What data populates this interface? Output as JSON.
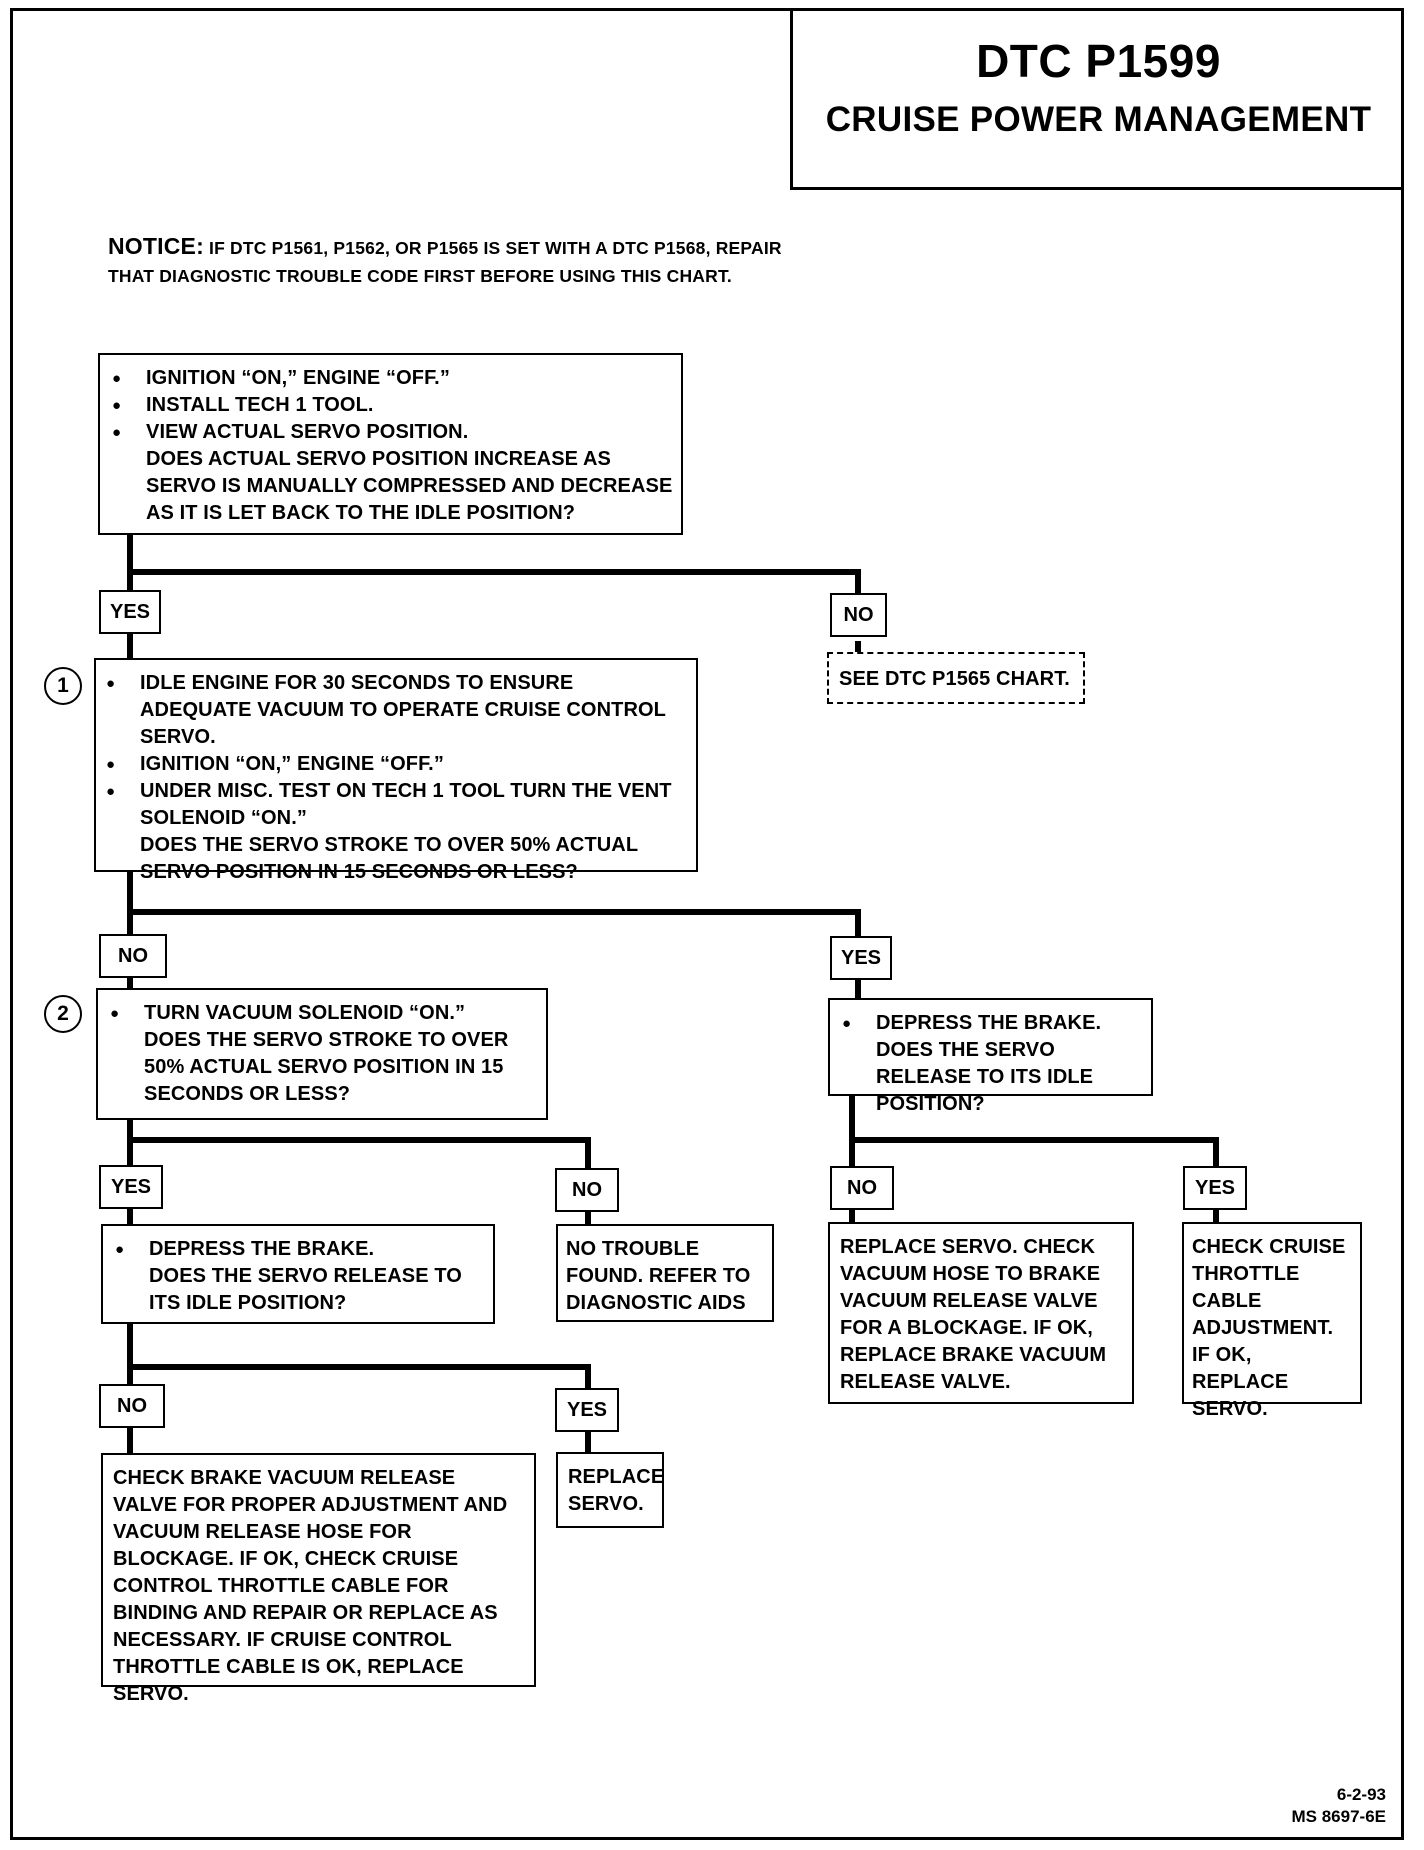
{
  "header": {
    "title": "DTC P1599",
    "subtitle": "CRUISE POWER MANAGEMENT"
  },
  "notice": {
    "label": "NOTICE:",
    "text": "IF DTC P1561, P1562, OR P1565 IS SET WITH A DTC P1568, REPAIR",
    "text2": "THAT DIAGNOSTIC TROUBLE CODE FIRST BEFORE USING THIS CHART."
  },
  "box1": {
    "bullets": [
      "IGNITION “ON,” ENGINE “OFF.”",
      "INSTALL TECH 1 TOOL.",
      "VIEW ACTUAL SERVO POSITION."
    ],
    "question": "DOES ACTUAL SERVO POSITION INCREASE AS SERVO IS MANUALLY COMPRESSED AND DECREASE AS IT IS LET BACK TO THE IDLE POSITION?"
  },
  "box1_yes": "YES",
  "box1_no": "NO",
  "see_chart": "SEE DTC P1565 CHART.",
  "step1": "1",
  "box2": {
    "bullets": [
      "IDLE ENGINE FOR 30 SECONDS TO ENSURE ADEQUATE VACUUM TO  OPERATE CRUISE CONTROL SERVO.",
      "IGNITION “ON,” ENGINE “OFF.”",
      "UNDER MISC. TEST ON TECH 1 TOOL TURN THE VENT SOLENOID “ON.”"
    ],
    "question": "DOES THE SERVO STROKE TO OVER 50% ACTUAL SERVO POSITION IN 15 SECONDS OR LESS?"
  },
  "box2_no": "NO",
  "box2_yes": "YES",
  "step2": "2",
  "box3": {
    "bullet": "TURN VACUUM SOLENOID “ON.”",
    "question": "DOES THE SERVO STROKE TO OVER 50% ACTUAL SERVO POSITION IN 15 SECONDS OR LESS?"
  },
  "box4": {
    "bullet": "DEPRESS THE BRAKE.",
    "question": "DOES THE SERVO RELEASE TO ITS IDLE POSITION?"
  },
  "box3_yes": "YES",
  "box3_no": "NO",
  "box4_no": "NO",
  "box4_yes": "YES",
  "box5": {
    "bullet": "DEPRESS THE BRAKE.",
    "question": "DOES THE SERVO RELEASE TO ITS IDLE POSITION?"
  },
  "no_trouble": "NO TROUBLE FOUND.  REFER TO DIAGNOSTIC AIDS",
  "replace_servo_check": "REPLACE SERVO.  CHECK VACUUM HOSE TO BRAKE VACUUM RELEASE VALVE FOR A BLOCKAGE.  IF OK, REPLACE BRAKE VACUUM RELEASE VALVE.",
  "check_throttle": "CHECK CRUISE THROTTLE CABLE ADJUSTMENT. IF OK, REPLACE SERVO.",
  "box5_no": "NO",
  "box5_yes": "YES",
  "check_brake_valve": "CHECK BRAKE VACUUM RELEASE VALVE FOR PROPER ADJUSTMENT AND VACUUM RELEASE HOSE FOR BLOCKAGE.  IF OK, CHECK CRUISE CONTROL THROTTLE CABLE FOR BINDING AND REPAIR OR REPLACE AS NECESSARY. IF CRUISE CONTROL THROTTLE CABLE IS OK, REPLACE SERVO.",
  "replace_servo": "REPLACE SERVO.",
  "footer": {
    "date": "6-2-93",
    "code": "MS 8697-6E"
  }
}
